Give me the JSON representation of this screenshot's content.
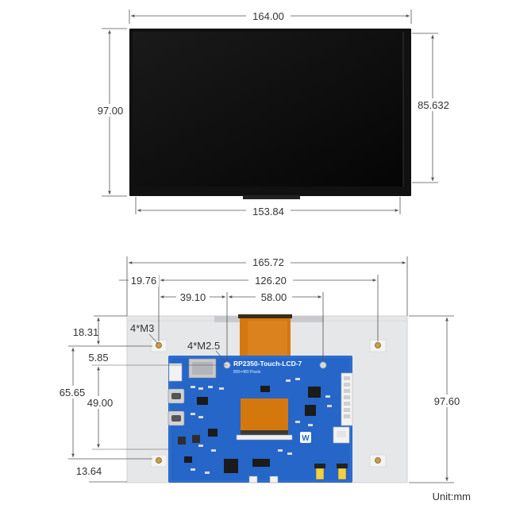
{
  "front_view": {
    "width_outer": "164.00",
    "height_outer": "97.00",
    "height_active": "85.632",
    "width_active": "153.84"
  },
  "back_view": {
    "width_outer": "165.72",
    "hole_offset_x": "19.76",
    "hole_spacing_x": "126.20",
    "board_offset_x": "39.10",
    "board_hole_spacing_x": "58.00",
    "hole_offset_y": "18.31",
    "board_hole_offset_y": "5.85",
    "hole_spacing_y": "65.65",
    "board_hole_spacing_y": "49.00",
    "bottom_offset_y": "13.64",
    "height_outer": "97.60",
    "label_m3": "4*M3",
    "label_m25": "4*M2.5"
  },
  "pcb": {
    "title": "RP2350-Touch-LCD-7",
    "subtitle": "800×480 Pixels",
    "logo": "W"
  },
  "colors": {
    "dimension_line": "#555555",
    "screen": "#0b0b0b",
    "panel": "#e6e7e9",
    "pcb": "#2566c8",
    "fpc": "#d4780e"
  },
  "unit_label": "Unit:mm"
}
